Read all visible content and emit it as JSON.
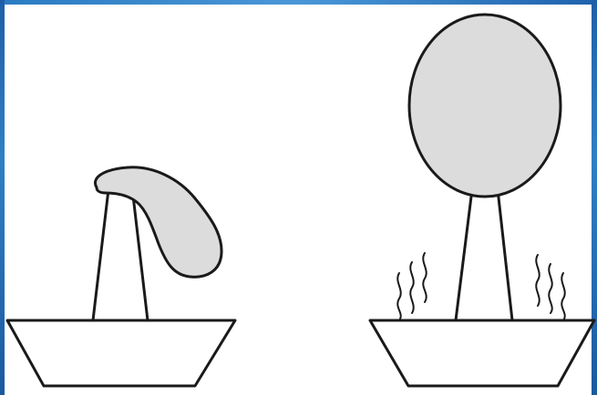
{
  "figure": {
    "panels": [
      {
        "name": "deflated-balloon-on-bowl",
        "balloon_state": "deflated",
        "steam": false
      },
      {
        "name": "inflated-balloon-on-heated-bowl",
        "balloon_state": "inflated",
        "steam": true
      }
    ],
    "colors": {
      "outline": "#1a1a1a",
      "balloon_fill": "#dcdcdc",
      "frame_accent": "#2b7bc2"
    }
  }
}
